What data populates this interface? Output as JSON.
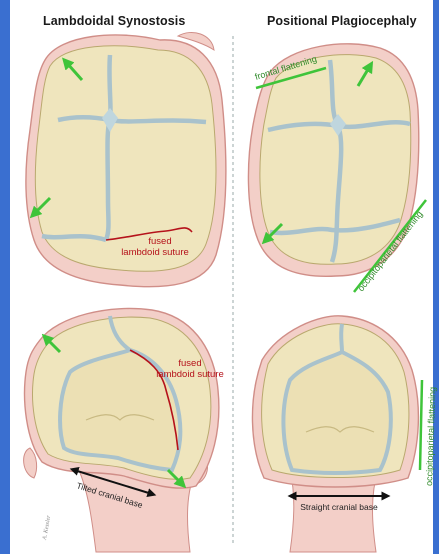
{
  "titles": {
    "left": "Lambdoidal Synostosis",
    "right": "Positional Plagiocephaly"
  },
  "labels": {
    "fused_suture_top": [
      "fused",
      "lambdoid suture"
    ],
    "fused_suture_bottom": [
      "fused",
      "lambdoid suture"
    ],
    "frontal_flattening": "frontal flattening",
    "occipitoparietal_flattening_top": "occipitoparietal flattening",
    "occipitoparietal_flattening_bottom": "occipitoparietal flattening",
    "tilted_base": "Tilted cranial base",
    "straight_base": "Straight cranial base",
    "signature": "A. Kessler"
  },
  "colors": {
    "border_blue": "#3a6fd0",
    "bone": "#efe5bd",
    "skin": "#f3cfc8",
    "suture": "#a9c2cc",
    "arrow_green": "#3fc43a",
    "fused_red": "#b5121b",
    "label_green": "#2f8a2a"
  }
}
